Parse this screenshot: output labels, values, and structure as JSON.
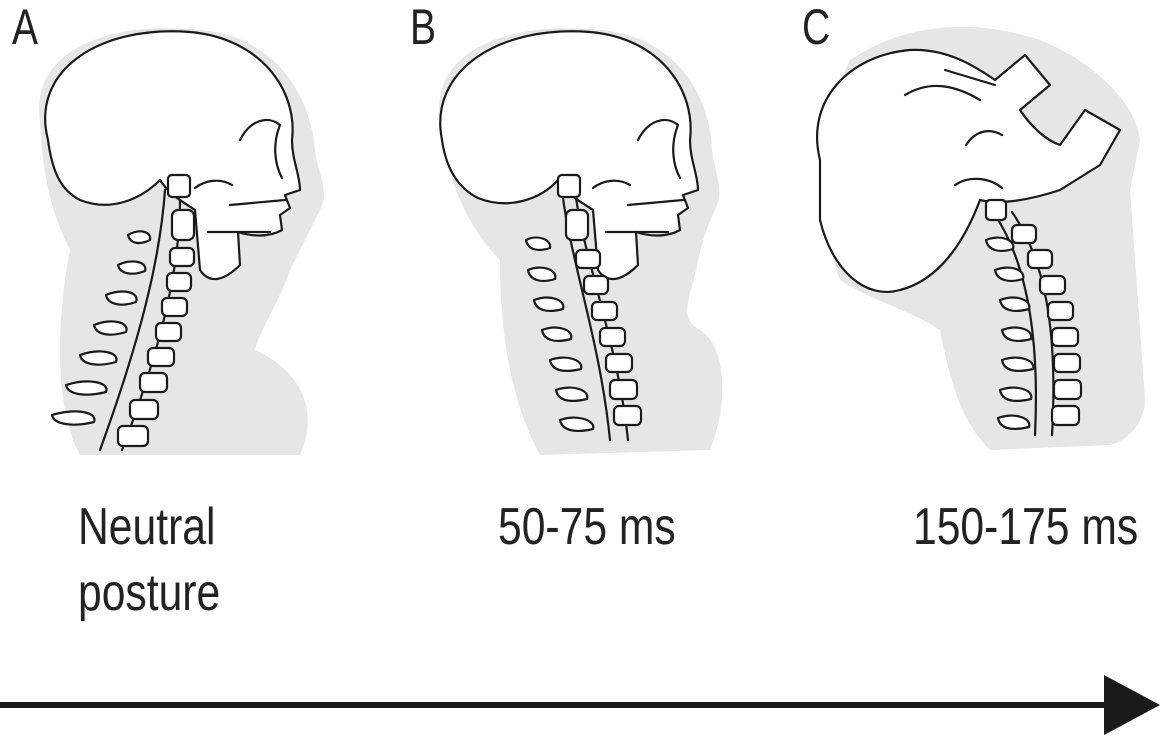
{
  "panels": [
    {
      "letter": "A",
      "caption_lines": [
        "Neutral",
        "posture"
      ]
    },
    {
      "letter": "B",
      "caption_lines": [
        "50-75 ms"
      ]
    },
    {
      "letter": "C",
      "caption_lines": [
        "150-175 ms"
      ]
    }
  ],
  "colors": {
    "line": "#1a1a1a",
    "silhouette": "#e6e6e6",
    "background": "#ffffff"
  },
  "icons": [
    "skull-icon",
    "cervical-spine-icon",
    "time-arrow-icon"
  ]
}
